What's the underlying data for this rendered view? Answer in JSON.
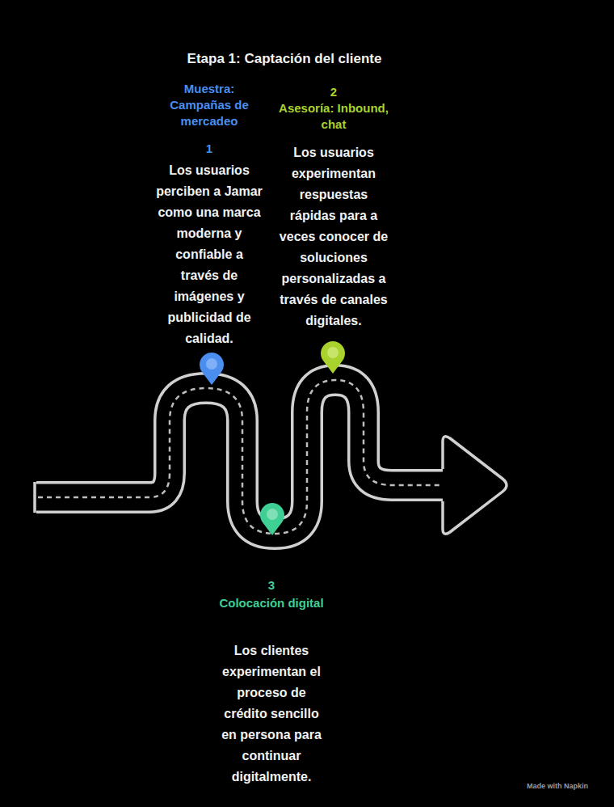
{
  "diagram": {
    "title": "Etapa 1: Captación del cliente",
    "labels": [
      "Muestra: Campañas de mercadeo",
      "1",
      "Los usuarios perciben a Jamar como una marca moderna y confiable a través de imágenes y publicidad de calidad.",
      "2",
      "Asesoría: Inbound, chat",
      "Los usuarios experimentan respuestas rápidas para a veces conocer de soluciones personalizadas a través de canales digitales.",
      "3",
      "Colocación digital",
      "Los clientes experimentan el proceso de crédito sencillo en persona para continuar digitalmente.",
      "Made with Napkin"
    ]
  }
}
